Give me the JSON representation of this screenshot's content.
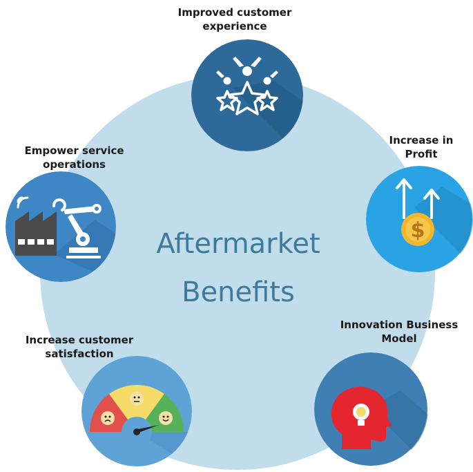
{
  "diagram": {
    "center": {
      "line1": "Aftermarket",
      "line2": "Benefits"
    },
    "nodes": [
      {
        "id": "customer-experience",
        "label_line1": "Improved customer",
        "label_line2": "experience",
        "icon": "celebrating-people-stars-icon",
        "color": "#2d6a9a"
      },
      {
        "id": "profit",
        "label_line1": "Increase in",
        "label_line2": "Profit",
        "icon": "dollar-coin-up-arrows-icon",
        "color": "#29a3e3"
      },
      {
        "id": "innovation",
        "label_line1": "Innovation Business",
        "label_line2": "Model",
        "icon": "head-lightbulb-icon",
        "color": "#3f7fb3"
      },
      {
        "id": "satisfaction",
        "label_line1": "Increase customer",
        "label_line2": "satisfaction",
        "icon": "satisfaction-gauge-icon",
        "color": "#5ea2d6"
      },
      {
        "id": "service",
        "label_line1": "Empower service",
        "label_line2": "operations",
        "icon": "factory-robot-arm-icon",
        "color": "#3f86c4"
      }
    ]
  },
  "colors": {
    "background_circle": "#c1dcea",
    "center_text": "#3e7a9c",
    "gauge_red": "#e2504c",
    "gauge_yellow": "#f5dc6a",
    "gauge_green": "#57b05a",
    "head_red": "#e4272e",
    "coin_gold": "#f1b62b"
  }
}
